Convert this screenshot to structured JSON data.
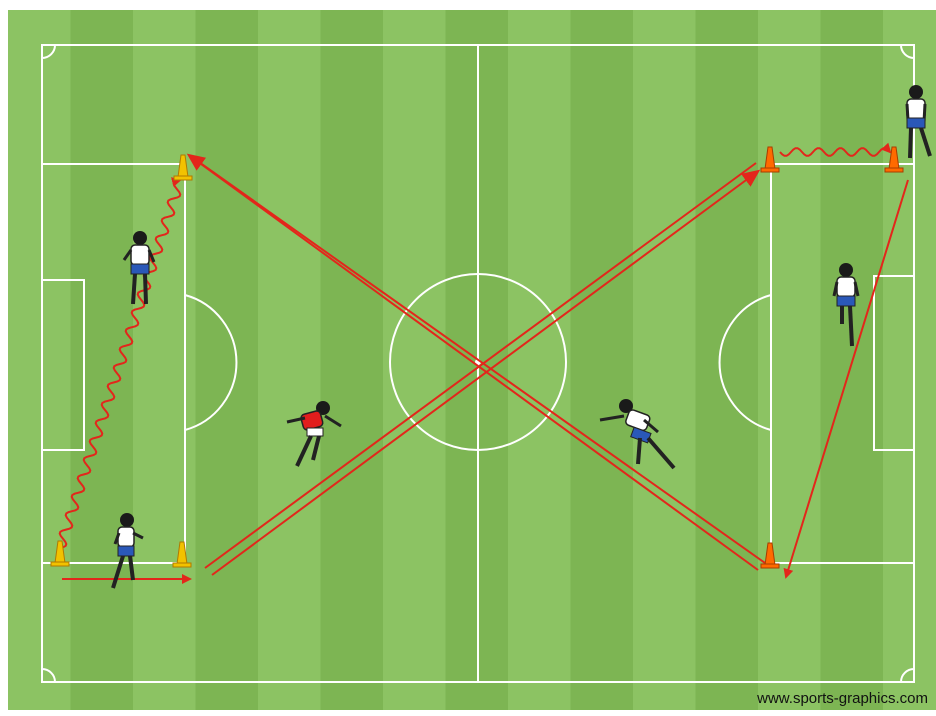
{
  "diagram": {
    "watermark": "www.sports-graphics.com",
    "colors": {
      "grass_light": "#8cc363",
      "grass_dark": "#7db553",
      "lines": "#ffffff",
      "arrows": "#e3261b",
      "cone_yellow": "#f2c200",
      "cone_orange": "#ff6a00",
      "shirt_white": "#ffffff",
      "shirt_red": "#e11d1d",
      "shorts_blue": "#2a58b8"
    },
    "players": [
      {
        "id": "left-top-runner",
        "team": "white"
      },
      {
        "id": "left-bottom-runner",
        "team": "white"
      },
      {
        "id": "center-left-defender",
        "team": "red"
      },
      {
        "id": "center-right-runner",
        "team": "white"
      },
      {
        "id": "right-top-keeper",
        "team": "white"
      },
      {
        "id": "right-mid-runner",
        "team": "white"
      }
    ],
    "cones": [
      {
        "id": "left-bottom-left",
        "color": "yellow"
      },
      {
        "id": "left-bottom-right",
        "color": "yellow"
      },
      {
        "id": "left-top",
        "color": "yellow"
      },
      {
        "id": "right-top-left",
        "color": "orange"
      },
      {
        "id": "right-top-right",
        "color": "orange"
      },
      {
        "id": "right-bottom",
        "color": "orange"
      }
    ]
  }
}
